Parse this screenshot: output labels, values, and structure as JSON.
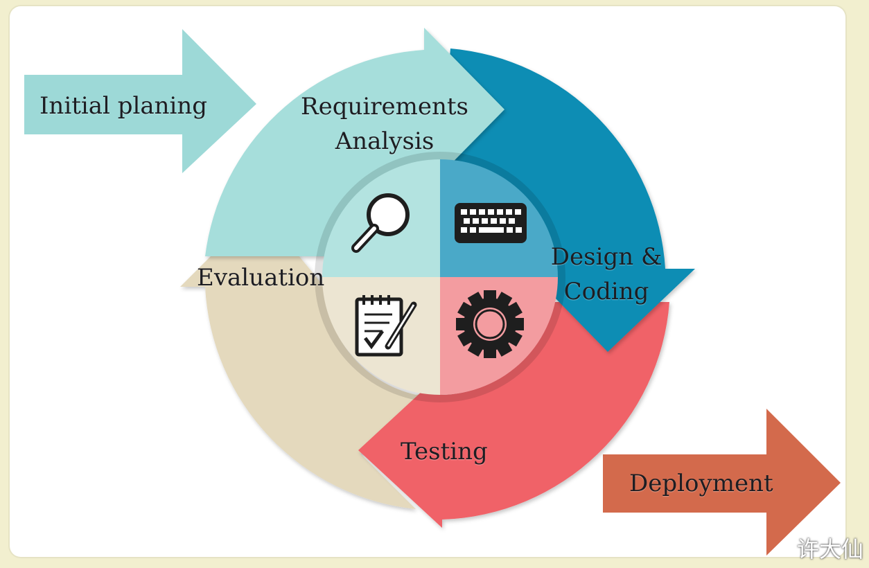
{
  "stages": {
    "initial_planning": "Initial planing",
    "requirements": {
      "line1": "Requirements",
      "line2": "Analysis"
    },
    "design": {
      "line1": "Design &",
      "line2": "Coding"
    },
    "testing": "Testing",
    "evaluation": "Evaluation",
    "deployment": "Deployment"
  },
  "icons": {
    "requirements": "magnifier-icon",
    "design": "keyboard-icon",
    "testing": "gear-icon",
    "evaluation": "checklist-icon"
  },
  "colors": {
    "requirements": "#a6dedb",
    "design": "#0e8db4",
    "testing": "#f06268",
    "evaluation": "#e4d9bd",
    "initial_arrow": "#9dd9d7",
    "deployment_arrow": "#d36a4c"
  },
  "watermark": "许大仙"
}
